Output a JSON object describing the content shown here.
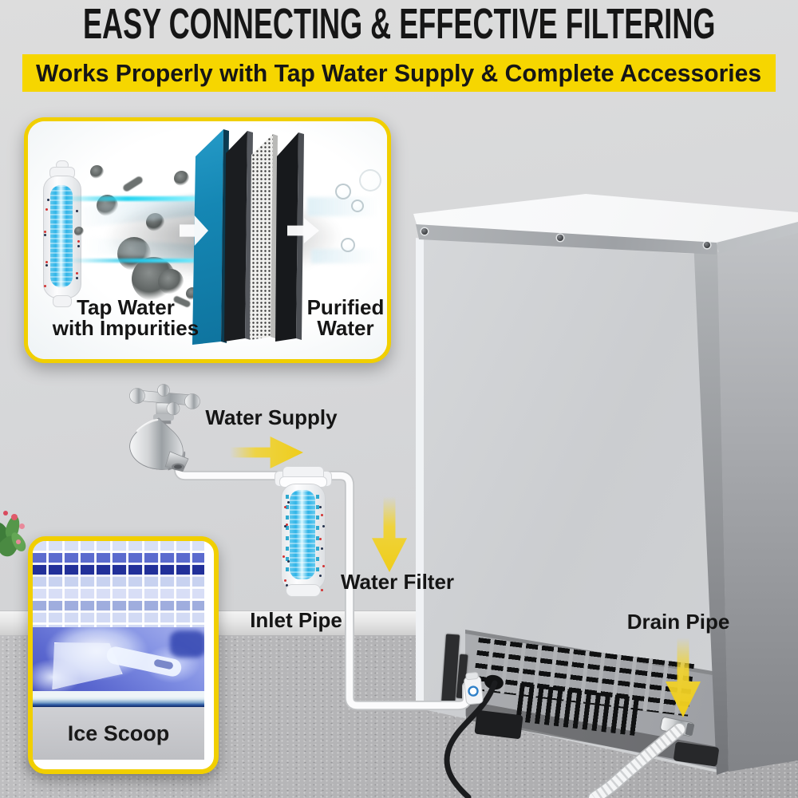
{
  "header": {
    "title": "EASY CONNECTING & EFFECTIVE FILTERING",
    "subtitle": "Works Properly with Tap Water Supply & Complete Accessories",
    "banner_bg": "#F6D600",
    "text_color": "#161616"
  },
  "filter_diagram": {
    "tap_label_line1": "Tap Water",
    "tap_label_line2": "with Impurities",
    "purified_label_line1": "Purified",
    "purified_label_line2": "Water",
    "border_color": "#F1CF00",
    "panel_blue": "#1587B4",
    "panel_black": "#17191C",
    "panel_mesh_white": "#EFEFED"
  },
  "callouts": {
    "water_supply": "Water Supply",
    "water_filter": "Water Filter",
    "inlet_pipe": "Inlet Pipe",
    "drain_pipe": "Drain Pipe",
    "arrow_color": "#EFCD1A",
    "label_color": "#151515"
  },
  "ice_box": {
    "caption": "Ice Scoop",
    "border_color": "#F1CF00"
  },
  "machine": {
    "body_color": "#D2D4D6",
    "side_color": "#8B8D91",
    "top_color": "#FFFFFF"
  }
}
